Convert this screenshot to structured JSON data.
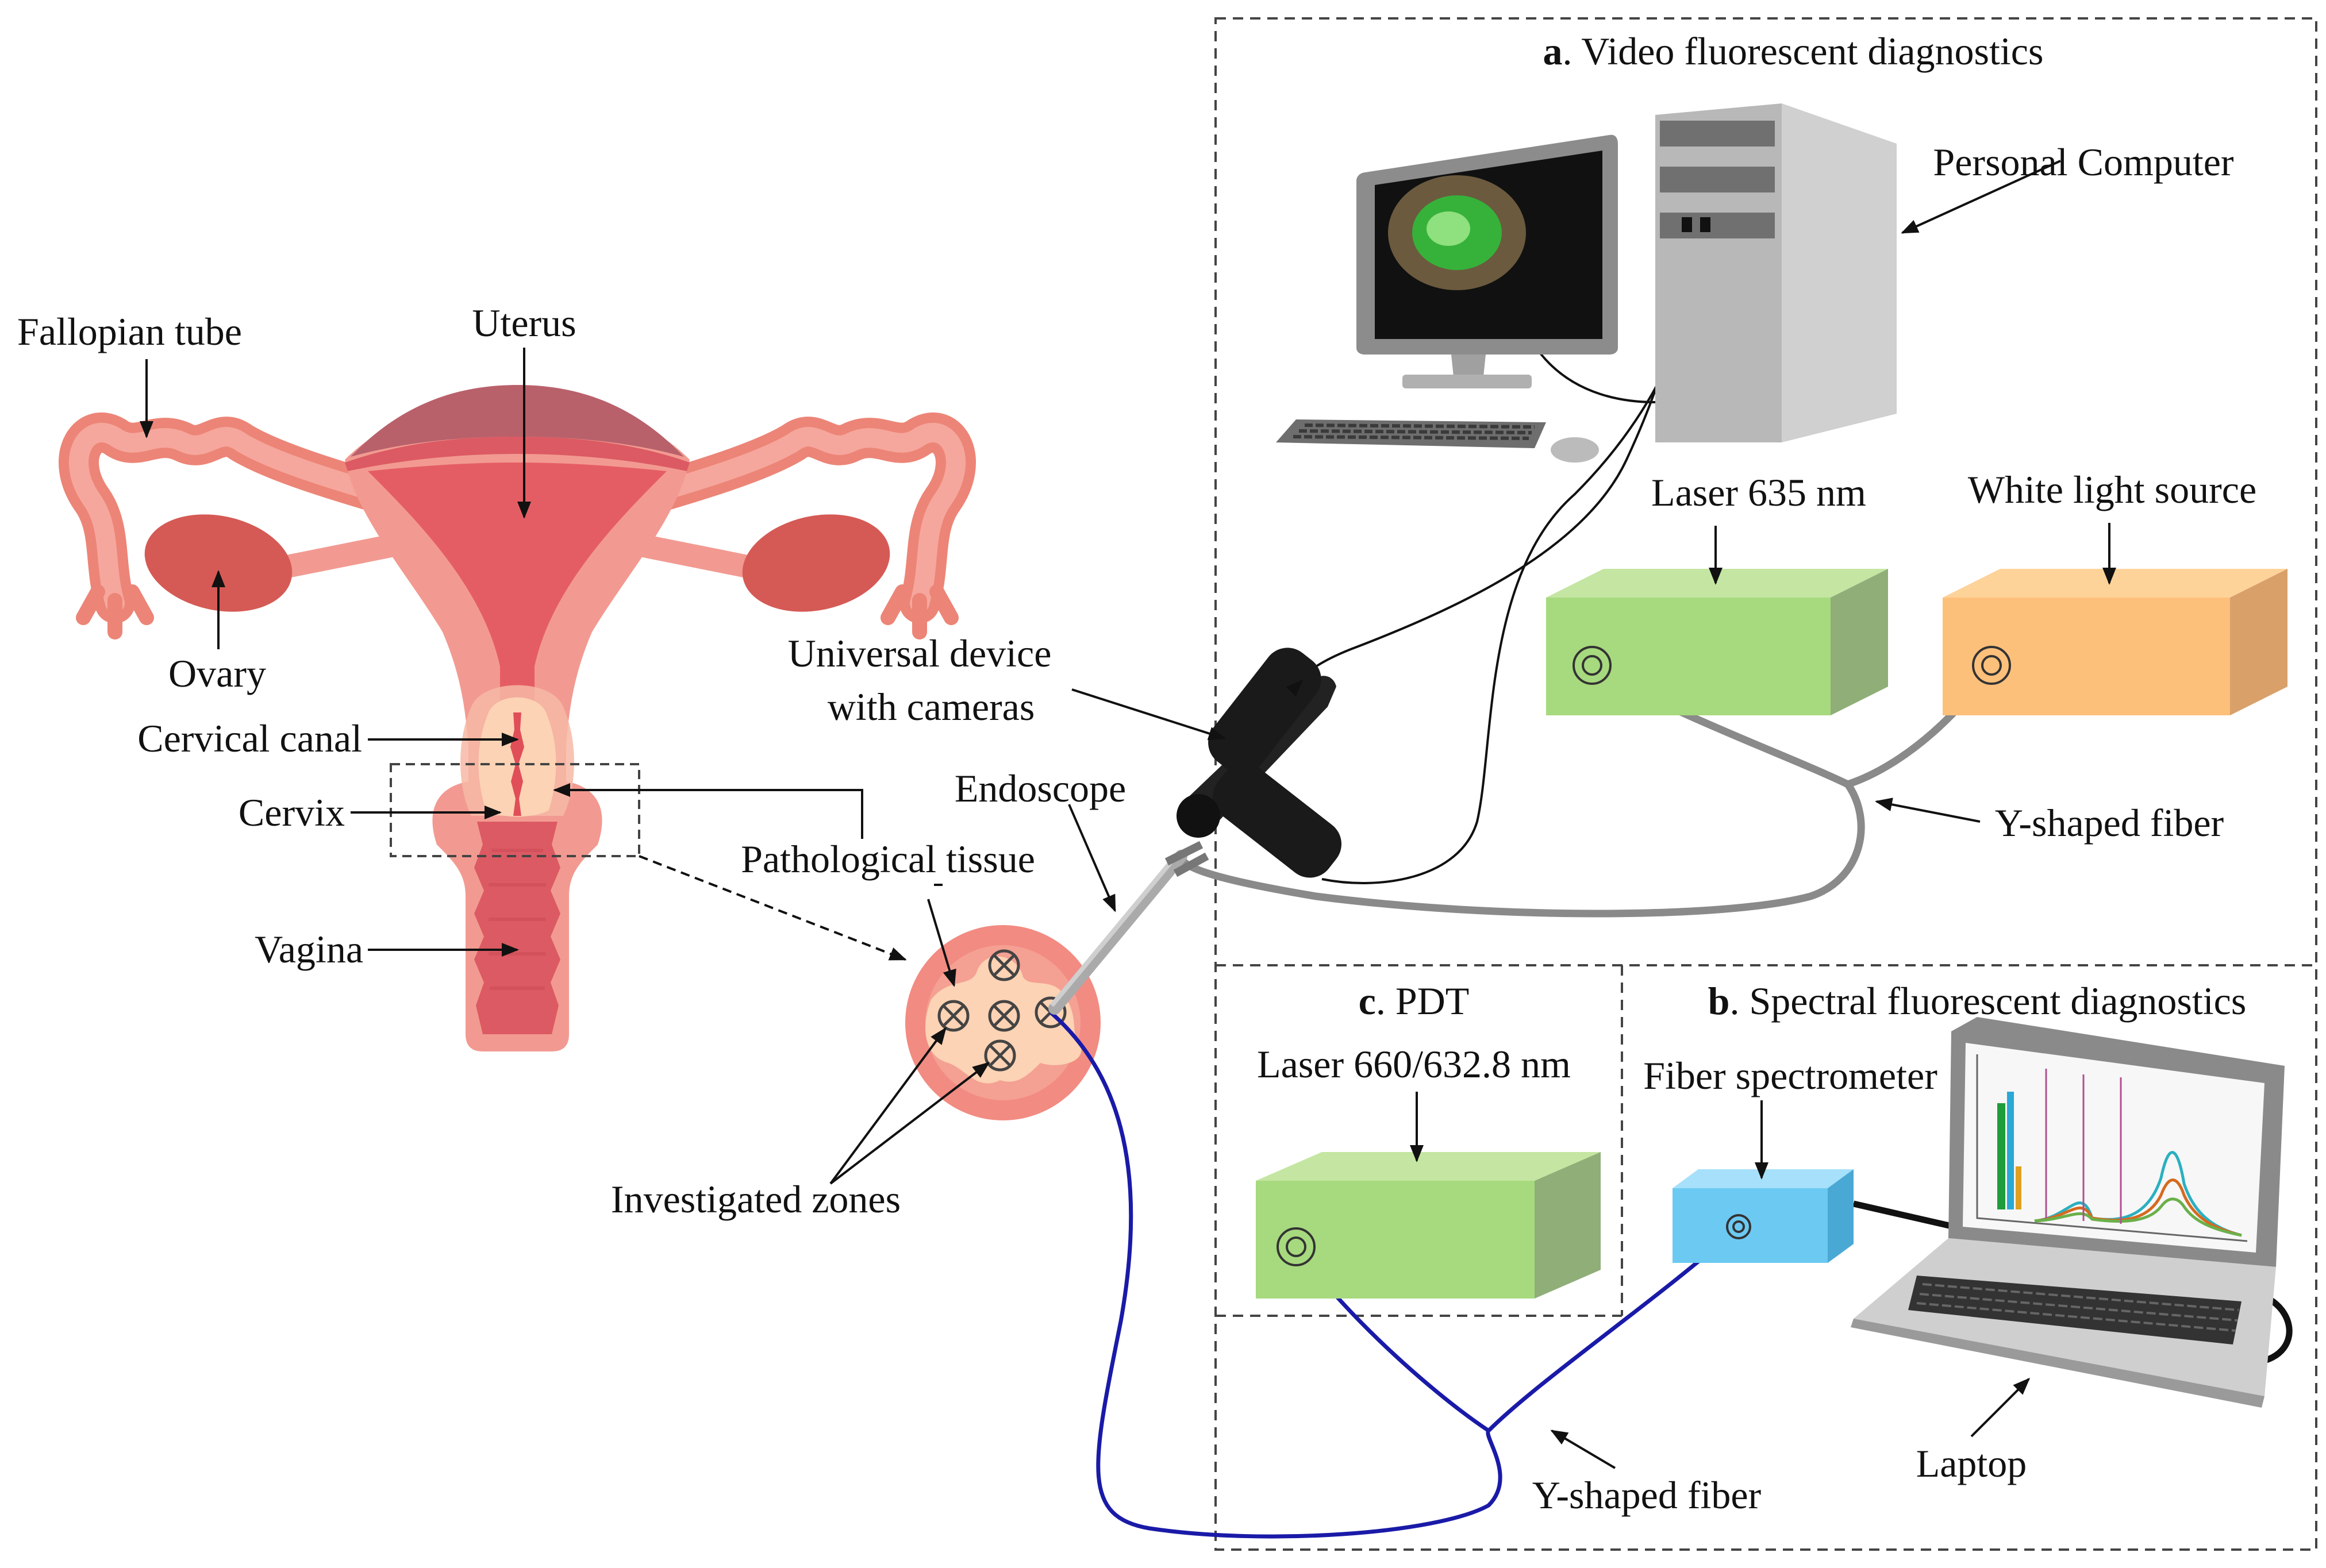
{
  "colors": {
    "organ": "#f29a91",
    "organ_dark": "#dc5a63",
    "uterus_top": "#b9616b",
    "ovary": "#d55a55",
    "cervix_tissue": "#fcd3b4",
    "green_box": "#a7d97e",
    "orange_box": "#fdc07b",
    "blue_box": "#6cc9f2",
    "fiber_grey": "#8a8a8a",
    "fiber_blue": "#1a1aa8",
    "monitor_green": "#36b23a",
    "dash_border": "#444444"
  },
  "sections": {
    "a": {
      "letter": "a",
      "title": ". Video fluorescent diagnostics"
    },
    "b": {
      "letter": "b",
      "title": ". Spectral fluorescent diagnostics"
    },
    "c": {
      "letter": "c",
      "title": ". PDT"
    }
  },
  "anatomy": {
    "fallopian_tube": "Fallopian tube",
    "uterus": "Uterus",
    "ovary": "Ovary",
    "cervical_canal": "Cervical canal",
    "cervix": "Cervix",
    "vagina": "Vagina",
    "pathological_tissue": "Pathological tissue",
    "investigated_zones": "Investigated zones"
  },
  "equipment": {
    "personal_computer": "Personal Computer",
    "laser_635": "Laser 635 nm",
    "white_light_source": "White light source",
    "universal_device_line1": "Universal device",
    "universal_device_line2": "with cameras",
    "endoscope": "Endoscope",
    "y_fiber_top": "Y-shaped fiber",
    "laser_pdt": "Laser 660/632.8 nm",
    "fiber_spectrometer": "Fiber spectrometer",
    "laptop": "Laptop",
    "y_fiber_bottom": "Y-shaped fiber"
  }
}
